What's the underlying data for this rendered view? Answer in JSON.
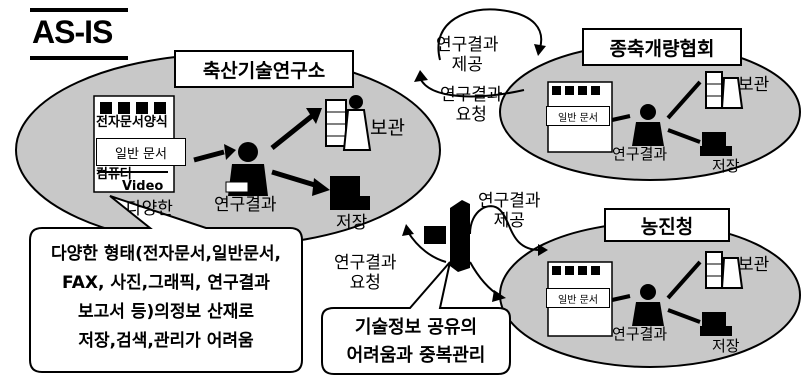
{
  "diagram": {
    "title": "AS-IS",
    "main_org": "축산기술연구소",
    "org_breeding": "종축개량협회",
    "org_rda": "농진청",
    "store": "보관",
    "store_small": "보관",
    "general_doc": "일반 문서",
    "general_doc_small": "일반 문서",
    "doc_stack_main": [
      "전자문서양식",
      "컴퓨터",
      "Video"
    ],
    "research_result": "연구결과",
    "research_result_partial": "연구결과",
    "storage_partial": "저장",
    "various": "다양한",
    "flow_provide": [
      "연구결과",
      "제공"
    ],
    "flow_request": [
      "연구결과",
      "요청"
    ],
    "callout_left": [
      "다양한 형태(전자문서,일반문서,",
      "FAX, 사진,그래픽, 연구결과",
      "보고서 등)의정보 산재로",
      "저장,검색,관리가 어려움"
    ],
    "callout_right": [
      "기술정보 공유의",
      "어려움과 중복관리"
    ]
  },
  "colors": {
    "ellipse_fill": "#c8c8c8",
    "line": "#000000"
  }
}
